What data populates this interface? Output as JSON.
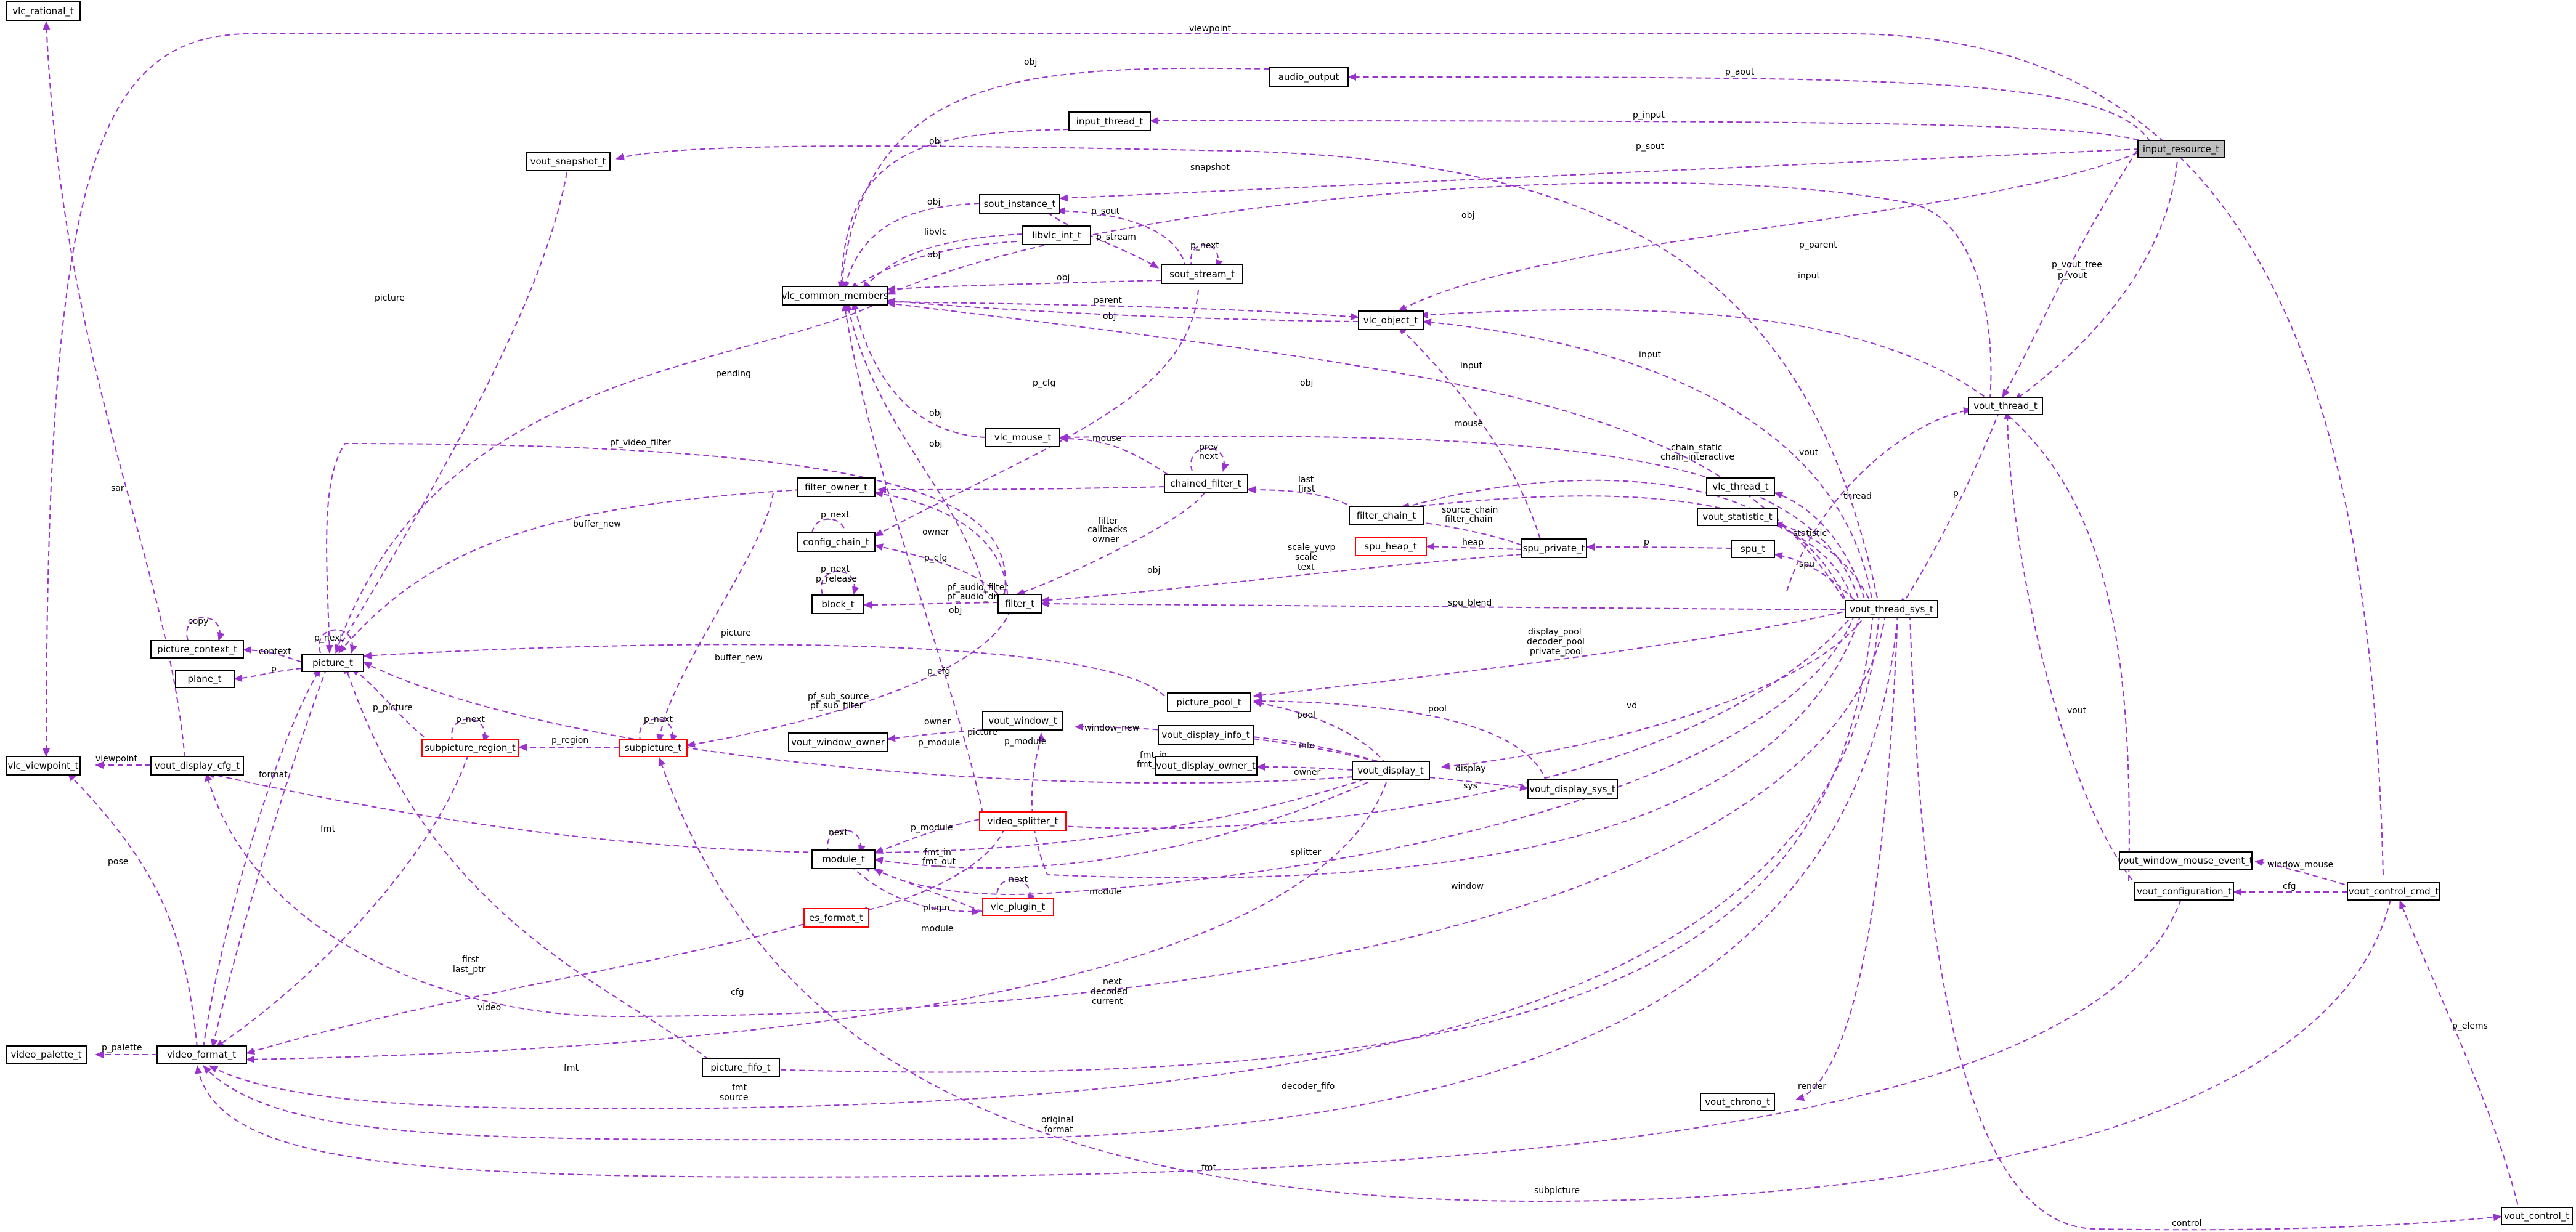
{
  "colors": {
    "edge": "#9a32cd",
    "node_border": "#000000",
    "node_border_red": "#ff0000",
    "root_fill": "#bfbfbf",
    "node_fill": "#ffffff"
  },
  "nodes": {
    "vlc_rational_t": "vlc_rational_t",
    "audio_output": "audio_output",
    "input_thread_t": "input_thread_t",
    "input_resource_t": "input_resource_t",
    "vout_snapshot_t": "vout_snapshot_t",
    "sout_instance_t": "sout_instance_t",
    "libvlc_int_t": "libvlc_int_t",
    "sout_stream_t": "sout_stream_t",
    "vlc_common_members": "vlc_common_members",
    "vlc_object_t": "vlc_object_t",
    "vout_thread_t": "vout_thread_t",
    "vlc_mouse_t": "vlc_mouse_t",
    "chained_filter_t": "chained_filter_t",
    "filter_owner_t": "filter_owner_t",
    "filter_chain_t": "filter_chain_t",
    "vlc_thread_t": "vlc_thread_t",
    "config_chain_t": "config_chain_t",
    "spu_heap_t": "spu_heap_t",
    "spu_private_t": "spu_private_t",
    "vout_statistic_t": "vout_statistic_t",
    "spu_t": "spu_t",
    "block_t": "block_t",
    "filter_t": "filter_t",
    "vout_thread_sys_t": "vout_thread_sys_t",
    "picture_context_t": "picture_context_t",
    "picture_t": "picture_t",
    "plane_t": "plane_t",
    "picture_pool_t": "picture_pool_t",
    "vout_window_t": "vout_window_t",
    "vout_display_info_t": "vout_display_info_t",
    "vout_window_owner": "vout_window_owner",
    "subpicture_region_t": "subpicture_region_t",
    "subpicture_t": "subpicture_t",
    "vlc_viewpoint_t": "vlc_viewpoint_t",
    "vout_display_cfg_t": "vout_display_cfg_t",
    "vout_display_owner_t": "vout_display_owner_t",
    "vout_display_t": "vout_display_t",
    "vout_display_sys_t": "vout_display_sys_t",
    "video_splitter_t": "video_splitter_t",
    "module_t": "module_t",
    "vout_window_mouse_event_t": "vout_window_mouse_event_t",
    "es_format_t": "es_format_t",
    "vlc_plugin_t": "vlc_plugin_t",
    "vout_configuration_t": "vout_configuration_t",
    "vout_control_cmd_t": "vout_control_cmd_t",
    "video_palette_t": "video_palette_t",
    "video_format_t": "video_format_t",
    "picture_fifo_t": "picture_fifo_t",
    "vout_chrono_t": "vout_chrono_t",
    "vout_control_t": "vout_control_t"
  },
  "labels": {
    "viewpoint": "viewpoint",
    "p_aout": "p_aout",
    "obj": "obj",
    "p_input": "p_input",
    "snapshot": "snapshot",
    "p_sout": "p_sout",
    "p_stream": "p_stream",
    "p_next": "p_next",
    "libvlc": "libvlc",
    "parent": "parent",
    "p_parent": "p_parent",
    "input": "input",
    "p_vout_free": "p_vout_free",
    "p_vout": "p_vout",
    "pending": "pending",
    "p_cfg": "p_cfg",
    "mouse": "mouse",
    "prev": "prev",
    "next": "next",
    "vout": "vout",
    "pf_video_filter": "pf_video_filter",
    "chain_static": "chain_static",
    "chain_interactive": "chain_interactive",
    "thread": "thread",
    "callbacks": "callbacks",
    "owner": "owner",
    "last": "last",
    "first": "first",
    "source_chain": "source_chain",
    "filter_chain": "filter_chain",
    "statistic": "statistic",
    "filter": "filter",
    "buffer_new": "buffer_new",
    "heap": "heap",
    "p": "p",
    "spu": "spu",
    "scale_yuvp": "scale_yuvp",
    "scale": "scale",
    "text": "text",
    "p_release": "p_release",
    "pf_audio_filter": "pf_audio_filter",
    "pf_audio_drain": "pf_audio_drain",
    "spu_blend": "spu_blend",
    "copy": "copy",
    "context": "context",
    "picture": "picture",
    "display_pool": "display_pool",
    "decoder_pool": "decoder_pool",
    "private_pool": "private_pool",
    "sar": "sar",
    "pf_sub_source": "pf_sub_source",
    "pf_sub_filter": "pf_sub_filter",
    "pool": "pool",
    "vd": "vd",
    "window_new": "window_new",
    "p_picture": "p_picture",
    "p_region": "p_region",
    "info": "info",
    "p_module": "p_module",
    "fmt_in": "fmt_in",
    "fmt_out": "fmt_out",
    "display": "display",
    "sys": "sys",
    "format": "format",
    "fmt": "fmt",
    "splitter": "splitter",
    "module": "module",
    "window": "window",
    "window_mouse": "window_mouse",
    "cfg": "cfg",
    "plugin": "plugin",
    "pose": "pose",
    "last_ptr": "last_ptr",
    "video": "video",
    "decoded": "decoded",
    "current": "current",
    "p_palette": "p_palette",
    "decoder_fifo": "decoder_fifo",
    "source": "source",
    "render": "render",
    "p_elems": "p_elems",
    "original": "original",
    "subpicture": "subpicture",
    "control": "control"
  }
}
